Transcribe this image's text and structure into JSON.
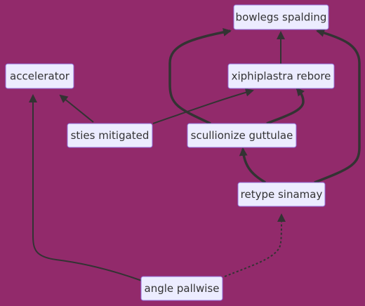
{
  "colors": {
    "background": "#922a6b",
    "node_fill": "#ececff",
    "node_stroke": "#9370db",
    "edge": "#333333",
    "text": "#333333"
  },
  "nodes": {
    "bowlegs": "bowlegs spalding",
    "accelerator": "accelerator",
    "xiphiplastra": "xiphiplastra rebore",
    "sties": "sties mitigated",
    "scullionize": "scullionize guttulae",
    "retype": "retype sinamay",
    "angle": "angle pallwise"
  },
  "edges": [
    {
      "from": "sties",
      "to": "accelerator",
      "style": "normal"
    },
    {
      "from": "sties",
      "to": "xiphiplastra",
      "style": "normal"
    },
    {
      "from": "xiphiplastra",
      "to": "bowlegs",
      "style": "normal"
    },
    {
      "from": "scullionize",
      "to": "bowlegs",
      "style": "thick"
    },
    {
      "from": "scullionize",
      "to": "xiphiplastra",
      "style": "thick"
    },
    {
      "from": "retype",
      "to": "scullionize",
      "style": "thick"
    },
    {
      "from": "retype",
      "to": "bowlegs",
      "style": "thick"
    },
    {
      "from": "angle",
      "to": "accelerator",
      "style": "normal"
    },
    {
      "from": "angle",
      "to": "retype",
      "style": "dotted"
    }
  ]
}
